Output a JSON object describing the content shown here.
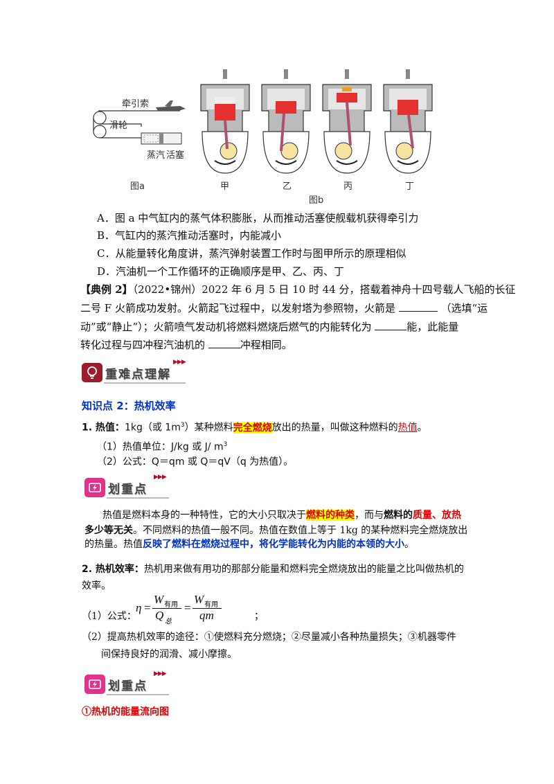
{
  "figure": {
    "fig_a_labels": {
      "traction_rope": "牵引索",
      "pulley": "滑轮",
      "steam": "蒸汽",
      "piston": "活塞",
      "caption": "图a"
    },
    "fig_b_labels": [
      "甲",
      "乙",
      "丙",
      "丁"
    ],
    "fig_b_caption": "图b"
  },
  "options": [
    "A．图 a 中气缸内的蒸气体积膨胀，从而推动活塞使舰载机获得牵引力",
    "B．气缸内的蒸汽推动活塞时，内能减小",
    "C．从能量转化角度讲，蒸汽弹射装置工作时与图甲所示的原理相似",
    "D．汽油机一个工作循环的正确顺序是甲、乙、丙、丁"
  ],
  "example2": {
    "tag": "【典例 2】",
    "line1": "（2022•锦州）2022 年 6 月 5 日 10 时 44 分，搭载着神舟十四号载人飞船的长征",
    "line2_a": "二号 F 火箭成功发射。火箭起飞过程中，以发射塔为参照物，火箭是",
    "line2_b": "（选填“运",
    "line3_a": "动”或“静止”）；火箭喷气发动机将燃料燃烧后燃气的内能转化为",
    "line3_b": "能，此能量",
    "line4_a": "转化过程与四冲程汽油机的",
    "line4_b": "冲程相同。"
  },
  "section_badge": "重难点理解",
  "knowledge_title": "知识点 2：热机效率",
  "heat_value": {
    "label": "1. 热值：",
    "text_a": "1kg（或 1m",
    "sup": "3",
    "text_b": "）某种燃料",
    "hl": "完全燃烧",
    "text_c": "放出的热量，叫做这种燃料的",
    "red": "热值",
    "text_d": "。",
    "unit": "（1）热值单位：J/kg 或 J/ m",
    "unit_sup": "3",
    "formula": "（2）公式：Q＝qm 或 Q＝qV（q 为热值）。"
  },
  "key_badge": "划重点",
  "key1": {
    "l1_a": "热值是燃料本身的一种特性，它的大小只取决于",
    "l1_hl": "燃料的种类",
    "l1_b": "，而与",
    "l1_c": "燃料的",
    "l1_d": "质量、放热",
    "l2_a": "多少等无关",
    "l2_b": "。不同燃料的热值一般不同。热值在数值上等于 1kg 的某种燃料完全燃烧放出",
    "l3_a": "的热量。热值",
    "l3_b": "反映了燃料在燃烧过程中，将化学能转化为内能的本领的大小",
    "l3_c": "。"
  },
  "efficiency": {
    "label": "2. 热机效率：",
    "l1": "热机用来做有用功的那部分能量和燃料完全燃烧放出的能量之比叫做热机的",
    "l2": "效率。",
    "eta": "η",
    "eq": "=",
    "w": "W",
    "w_sub": "有用",
    "q": "Q",
    "q_sub": "总",
    "qm": "qm",
    "formula_label": "（1）公式：",
    "semicolon": "；",
    "improve_1": "（2）提高热机效率的途径：①使燃料充分燃烧；②尽量减小各种热量损失；③机器零件",
    "improve_2": "间保持良好的润滑、减小摩擦。"
  },
  "energy_flow_title": "①热机的能量流向图",
  "colors": {
    "accent_red": "#e00000",
    "accent_blue": "#0033cc",
    "highlight": "#ffff00",
    "badge_dark": "#9b1c2a",
    "badge_pink": "#e0348a"
  }
}
